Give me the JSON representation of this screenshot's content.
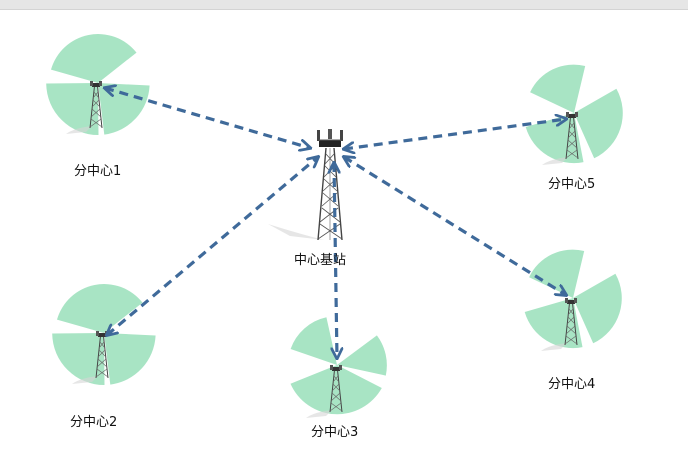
{
  "center": {
    "label": "中心基站"
  },
  "branches": [
    {
      "id": "b1",
      "label": "分中心1"
    },
    {
      "id": "b2",
      "label": "分中心2"
    },
    {
      "id": "b3",
      "label": "分中心3"
    },
    {
      "id": "b4",
      "label": "分中心4"
    },
    {
      "id": "b5",
      "label": "分中心5"
    }
  ],
  "colors": {
    "sector": "#a8e4c4",
    "link": "#3f6a9a",
    "tower": "#555555"
  }
}
